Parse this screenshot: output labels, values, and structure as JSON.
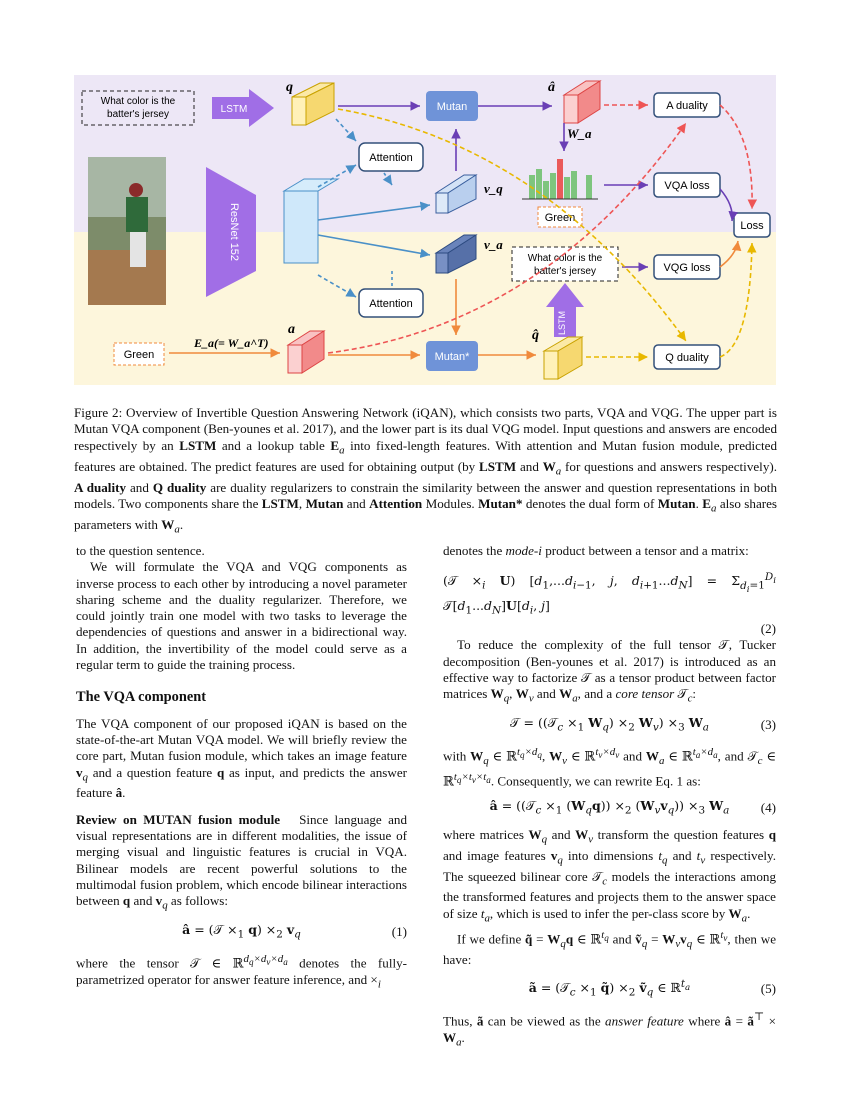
{
  "figure": {
    "question_text": "What color is the batter's jersey",
    "q_label": "q",
    "lstm_label": "LSTM",
    "mutan_label": "Mutan",
    "mutan_star_label": "Mutan*",
    "a_hat_label": "â",
    "w_a_label": "W_a",
    "a_duality": "A duality",
    "vqa_loss": "VQA loss",
    "loss": "Loss",
    "vqg_loss": "VQG loss",
    "q_duality": "Q duality",
    "attention": "Attention",
    "resnet_label": "ResNet 152",
    "v_q_label": "v_q",
    "v_a_label": "v_a",
    "answer_text": "Green",
    "ea_label": "E_a(= W_a^T)",
    "a_label": "a",
    "q_hat_label": "q̂",
    "colors": {
      "purple_band": "#ede7f6",
      "yellow_band": "#fdf6dc",
      "accent_purple": "#9b6fdd",
      "mutan_blue": "#6b8fd6",
      "red": "#ea5a5a",
      "orange": "#f08a3c",
      "yellow": "#f5c518"
    }
  },
  "caption": {
    "p1": "Figure 2: Overview of Invertible Question Answering Network (iQAN), which consists two parts, VQA and VQG. The upper part is Mutan VQA component (Ben-younes et al. 2017), and the lower part is its dual VQG model. Input questions and answers are encoded respectively by an ",
    "lstm": "LSTM",
    "p2": " and a lookup table ",
    "ea": "E",
    "p3": " into fixed-length features. With attention and Mutan fusion module, predicted features are obtained. The predict features are used for obtaining output (by ",
    "lstm2": "LSTM",
    "p4": " and ",
    "wa": "W",
    "p5": " for questions and answers respectively). ",
    "adual": "A duality",
    "p6": " and ",
    "qdual": "Q duality",
    "p7": " are duality regularizers to constrain the similarity between the answer and question representations in both models. Two components share the ",
    "lstm3": "LSTM",
    "p8": ", ",
    "mutan": "Mutan",
    "p9": " and ",
    "att": "Attention",
    "p10": " Modules. ",
    "mutanstar": "Mutan*",
    "p11": " denotes the dual form of ",
    "mutan2": "Mutan",
    "p12": ". ",
    "ea2": "E",
    "p13": " also shares parameters with ",
    "wa2": "W",
    "p14": "."
  },
  "left": {
    "l1": "to the question sentence.",
    "p2": "We will formulate the VQA and VQG components as inverse process to each other by introducing a novel parameter sharing scheme and the duality regularizer. Therefore, we could jointly train one model with two tasks to leverage the dependencies of questions and answer in a bidirectional way. In addition, the invertibility of the model could serve as a regular term to guide the training process.",
    "section": "The VQA component",
    "p3a": "The VQA component of our proposed iQAN is based on the state-of-the-art Mutan VQA model. We will briefly review the core part, Mutan fusion module, which takes an image feature ",
    "p3b": " and a question feature ",
    "p3c": " as input, and predicts the answer feature ",
    "p3d": ".",
    "subsec": "Review on MUTAN fusion module",
    "p4": "Since language and visual representations are in different modalities, the issue of merging visual and linguistic features is crucial in VQA. Bilinear models are recent powerful solutions to the multimodal fusion problem, which encode bilinear interactions between ",
    "p4b": " and ",
    "p4c": " as follows:",
    "eq1num": "(1)",
    "p5": "where the tensor 𝒯 ∈ ℝ",
    "p5b": " denotes the fully-parametrized operator for answer feature inference, and ×",
    "p5c": "i"
  },
  "right": {
    "r1": "denotes the ",
    "r1i": "mode-i",
    "r1b": " product between a tensor and a matrix:",
    "eq2num": "(2)",
    "p2": "To reduce the complexity of the full tensor 𝒯, Tucker decomposition (Ben-younes et al. 2017) is introduced as an effective way to factorize 𝒯 as a tensor product between factor matrices ",
    "p2b": ", and a ",
    "p2i": "core tensor",
    "eq3num": "(3)",
    "p3": ". Consequently, we can rewrite Eq. 1 as:",
    "eq4num": "(4)",
    "p4": "where matrices ",
    "p4b": " transform the question features ",
    "p4c": " and image features ",
    "p4d": " into dimensions ",
    "p4e": " respectively. The squeezed bilinear core ",
    "p4f": " models the interactions among the transformed features and projects them to the answer space of size ",
    "p4g": ", which is used to infer the per-class score by ",
    "p5": "If we define ",
    "p5b": "then we have:",
    "eq5num": "(5)",
    "p6": "Thus, ",
    "p6b": " can be viewed as the ",
    "p6i": "answer feature",
    "p6c": " where "
  }
}
